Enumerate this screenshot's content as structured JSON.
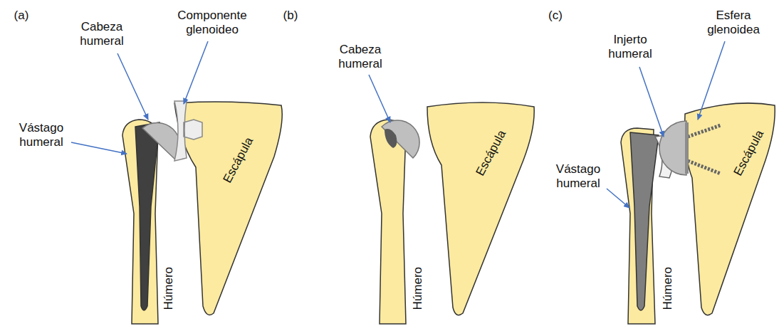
{
  "diagram": {
    "labels": [
      "(a)",
      "Cabeza humeral",
      "Componente glenoideo",
      "Vástago humeral",
      "Escápula",
      "Húmero",
      "(b)",
      "Cabeza humeral",
      "Escápula",
      "Húmero",
      "(c)",
      "Injerto humeral",
      "Esfera glenoidea",
      "Vástago humeral",
      "Escápula",
      "Húmero"
    ]
  }
}
